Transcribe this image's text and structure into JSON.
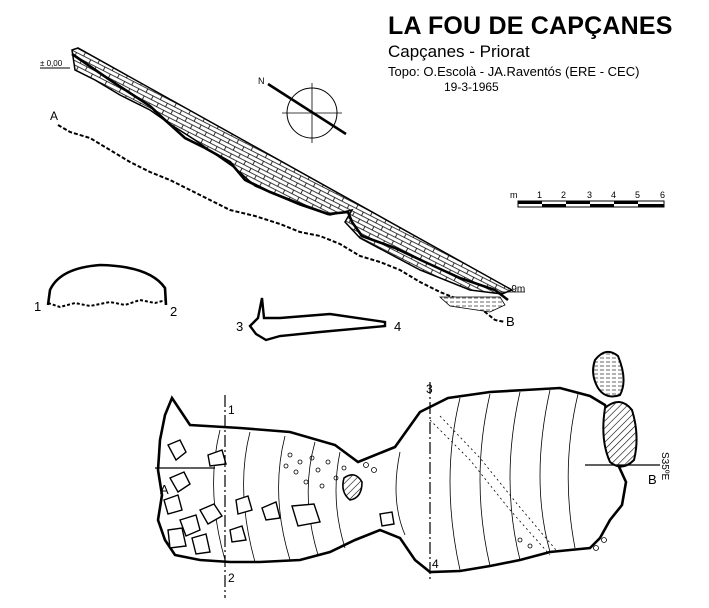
{
  "header": {
    "title": "LA FOU DE CAPÇANES",
    "location": "Capçanes - Priorat",
    "survey": "Topo: O.Escolà - JA.Raventós  (ERE - CEC)",
    "date": "19-3-1965"
  },
  "elevation": {
    "datum_label": "± 0,00",
    "end_depth_label": "-9m",
    "point_a": "A",
    "point_b": "B"
  },
  "compass": {
    "north_label": "N"
  },
  "scale_bar": {
    "unit": "m",
    "ticks": [
      "1",
      "2",
      "3",
      "4",
      "5",
      "6"
    ]
  },
  "cross_sections": {
    "section_1": "1",
    "section_2": "2",
    "section_3": "3",
    "section_4": "4"
  },
  "plan": {
    "point_a": "A",
    "point_b": "B",
    "marker_1": "1",
    "marker_2": "2",
    "marker_3": "3",
    "marker_4": "4",
    "bearing": "S35ºE"
  }
}
